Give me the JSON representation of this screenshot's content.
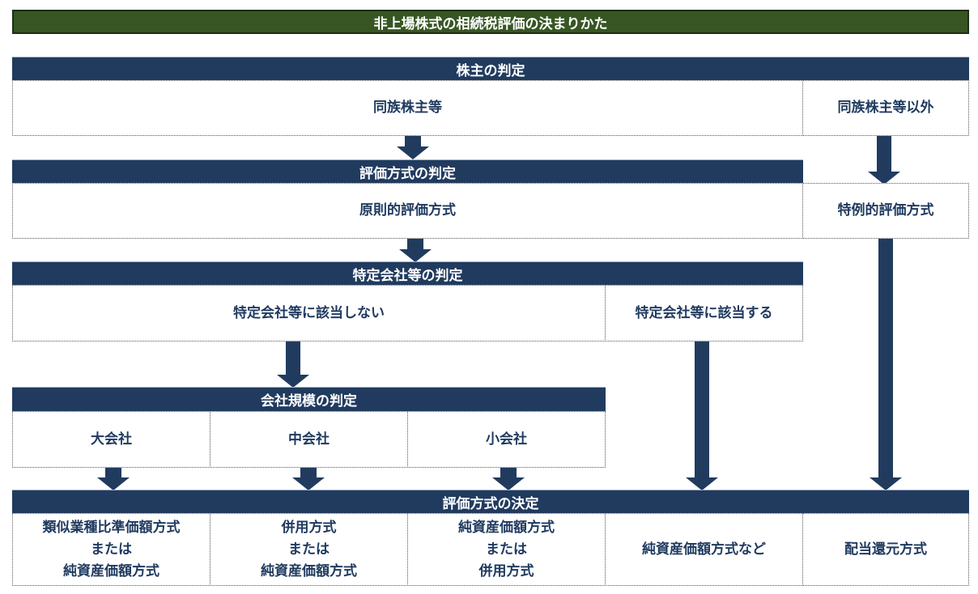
{
  "title": "非上場株式の相続税評価の決まりかた",
  "colors": {
    "title_bg": "#375623",
    "header_bg": "#213b5f",
    "text": "#1f3a5f",
    "arrow": "#213b5f"
  },
  "sections": {
    "shareholder": {
      "header": "株主の判定",
      "options": [
        "同族株主等",
        "同族株主等以外"
      ]
    },
    "valuation_method": {
      "header": "評価方式の判定",
      "options": [
        "原則的評価方式",
        "特例的評価方式"
      ]
    },
    "specific_company": {
      "header": "特定会社等の判定",
      "options": [
        "特定会社等に該当しない",
        "特定会社等に該当する"
      ]
    },
    "company_size": {
      "header": "会社規模の判定",
      "options": [
        "大会社",
        "中会社",
        "小会社"
      ]
    },
    "decision": {
      "header": "評価方式の決定",
      "results": [
        {
          "lines": [
            "類似業種比準価額方式",
            "または",
            "純資産価額方式"
          ]
        },
        {
          "lines": [
            "併用方式",
            "または",
            "純資産価額方式"
          ]
        },
        {
          "lines": [
            "純資産価額方式",
            "または",
            "併用方式"
          ]
        },
        {
          "lines": [
            "純資産価額方式など"
          ]
        },
        {
          "lines": [
            "配当還元方式"
          ]
        }
      ]
    }
  }
}
